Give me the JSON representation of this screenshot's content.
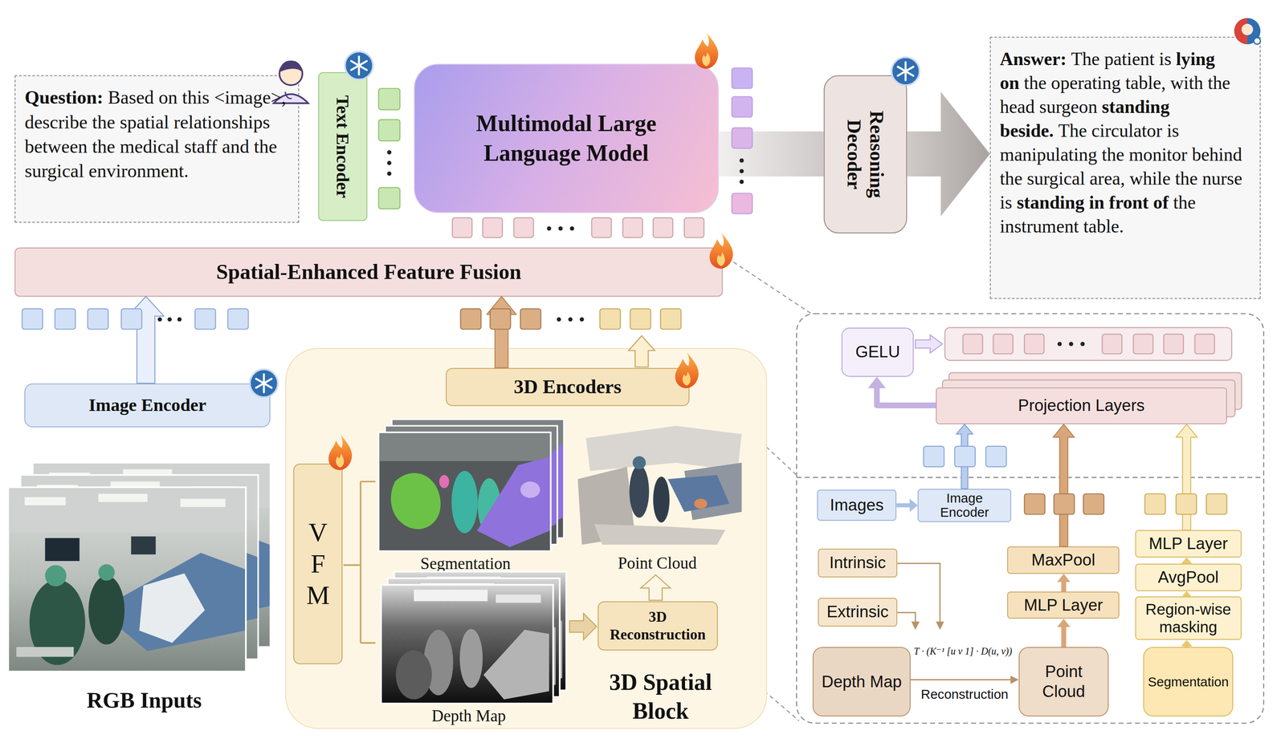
{
  "diagram": {
    "nodes": [
      {
        "text": [
          "Question:",
          "Based on this <image>, describe the spatial relationships between the medical staff and the surgical environment."
        ]
      },
      {
        "text": [
          "Text Encoder"
        ]
      },
      {
        "text": [
          "Multimodal Large Language Model"
        ]
      },
      {
        "text": [
          "Reasoning Decoder"
        ]
      },
      {
        "text": [
          "Answer:",
          "The patient is",
          "lying on",
          "the operating table, with the head surgeon",
          "standing beside.",
          "The circulator is manipulating the monitor behind the surgical area, while the nurse is",
          "standing in front of",
          "the instrument table."
        ]
      },
      {
        "text": [
          "Spatial-Enhanced Feature Fusion"
        ]
      },
      {
        "text": [
          "Image Encoder"
        ]
      },
      {
        "text": [
          "3D Spatial Block"
        ]
      },
      {
        "text": [
          "3D Encoders"
        ],
        "in": 7
      },
      {
        "text": [
          "VFM"
        ],
        "in": 7
      },
      {
        "text": [
          "3D Reconstruction"
        ],
        "in": 7
      },
      {
        "text": [
          "GELU"
        ]
      },
      {
        "text": [
          "Projection Layers"
        ]
      },
      {
        "text": [
          "Images"
        ]
      },
      {
        "text": [
          "Image Encoder"
        ]
      },
      {
        "text": [
          "MaxPool"
        ]
      },
      {
        "text": [
          "MLP Layer"
        ]
      },
      {
        "text": [
          "MLP Layer"
        ]
      },
      {
        "text": [
          "AvgPool"
        ]
      },
      {
        "text": [
          "Region-wise masking"
        ]
      },
      {
        "text": [
          "Intrinsic"
        ]
      },
      {
        "text": [
          "Extrinsic"
        ]
      },
      {
        "text": [
          "Depth Map"
        ]
      },
      {
        "text": [
          "Point Cloud"
        ]
      },
      {
        "text": [
          "Segmentation"
        ]
      }
    ],
    "edges": [
      {
        "from": 2,
        "to": 3,
        "arrow": "none"
      },
      {
        "from": 3,
        "to": 4,
        "arrow": "to"
      },
      {
        "from": 6,
        "to": 5,
        "arrow": "to"
      },
      {
        "from": 8,
        "to": 5,
        "arrow": "to"
      },
      {
        "from": 13,
        "to": 14,
        "arrow": "to"
      },
      {
        "from": 14,
        "to": 12,
        "arrow": "to"
      },
      {
        "from": 23,
        "to": 16,
        "arrow": "to"
      },
      {
        "from": 16,
        "to": 15,
        "arrow": "to"
      },
      {
        "from": 15,
        "to": 12,
        "arrow": "to"
      },
      {
        "from": 24,
        "to": 19,
        "arrow": "to"
      },
      {
        "from": 19,
        "to": 18,
        "arrow": "to"
      },
      {
        "from": 18,
        "to": 17,
        "arrow": "to"
      },
      {
        "from": 17,
        "to": 12,
        "arrow": "to"
      },
      {
        "from": 12,
        "to": 11,
        "arrow": "to"
      },
      {
        "from": 22,
        "to": 23,
        "arrow": "to",
        "label": "Reconstruction"
      }
    ],
    "labels": [
      "RGB Inputs",
      "Segmentation",
      "Point Cloud",
      "Depth Map",
      "T · (K⁻¹ [u v 1] · D(u, v))"
    ]
  }
}
